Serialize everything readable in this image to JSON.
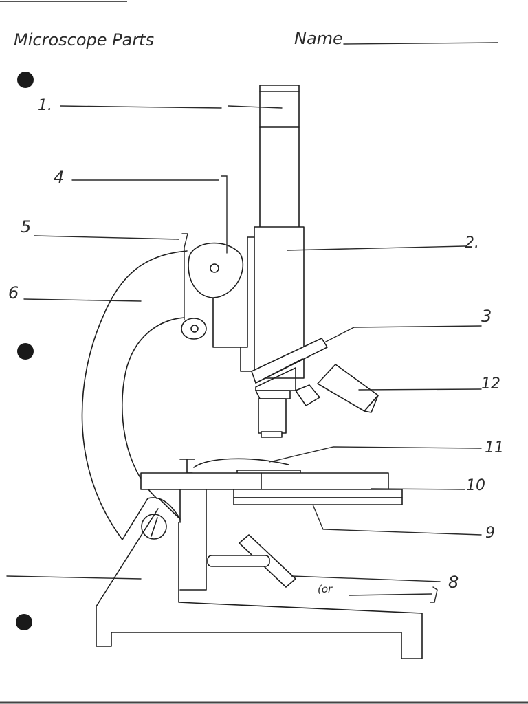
{
  "worksheet": {
    "title": "Microscope Parts",
    "name_label": "Name",
    "or_note": "(or"
  },
  "labels": [
    "1.",
    "2.",
    "3",
    "4",
    "5",
    "6",
    "8",
    "9",
    "10",
    "11",
    "12"
  ],
  "icons": {
    "binder_hole": "filled-circle",
    "knob": "circle-with-dot"
  }
}
